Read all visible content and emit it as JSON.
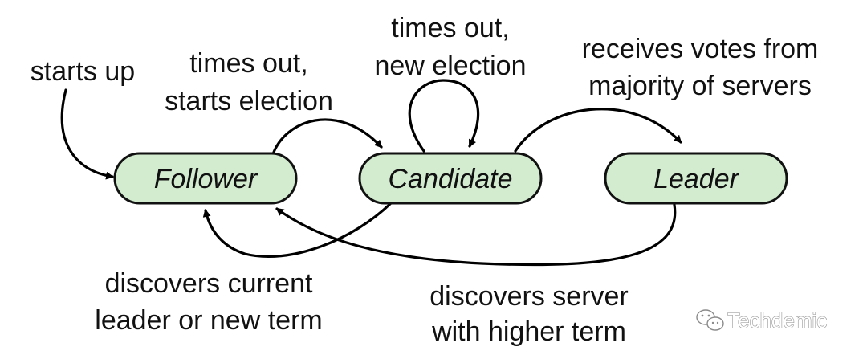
{
  "states": {
    "follower": "Follower",
    "candidate": "Candidate",
    "leader": "Leader"
  },
  "transitions": {
    "starts_up": [
      "starts up"
    ],
    "times_out_start": [
      "times out,",
      "starts election"
    ],
    "times_out_new": [
      "times out,",
      "new election"
    ],
    "receives_votes": [
      "receives votes from",
      "majority of servers"
    ],
    "discovers_leader": [
      "discovers current",
      "leader or new term"
    ],
    "discovers_higher": [
      "discovers server",
      "with higher term"
    ]
  },
  "watermark": {
    "text": "Techdemic",
    "icon": "wechat-icon"
  },
  "colors": {
    "state_fill": "#d3ecd0",
    "stroke": "#111111"
  }
}
